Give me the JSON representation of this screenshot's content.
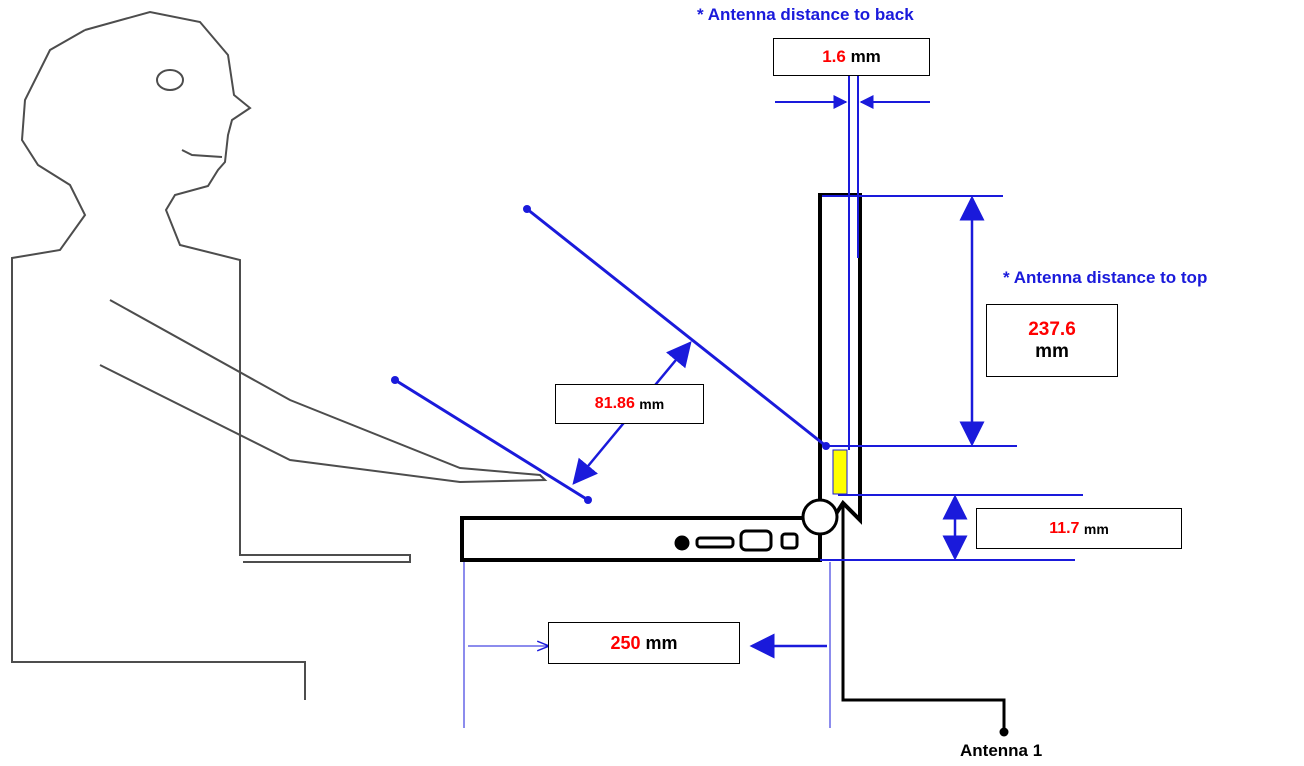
{
  "colors": {
    "dimension_line": "#1a1adb",
    "heading_text": "#1a1adb",
    "value_text": "#ff0000",
    "unit_text": "#000000",
    "outline": "#000000",
    "figure_outline": "#4d4d4d",
    "antenna_fill": "#ffff00"
  },
  "headings": {
    "back": "* Antenna distance to back",
    "top": "* Antenna distance to top"
  },
  "dimensions": {
    "back": {
      "value": "1.6",
      "unit": "mm"
    },
    "top": {
      "value": "237.6",
      "unit": "mm"
    },
    "gap": {
      "value": "81.86",
      "unit": "mm"
    },
    "hinge": {
      "value": "11.7",
      "unit": "mm"
    },
    "front": {
      "value": "250",
      "unit": "mm"
    }
  },
  "antenna": {
    "label": "Antenna 1"
  },
  "icons": [
    "person-figure",
    "laptop-base",
    "laptop-lid",
    "hinge-circle",
    "port-icons",
    "antenna-marker",
    "antenna-feed-cable"
  ]
}
